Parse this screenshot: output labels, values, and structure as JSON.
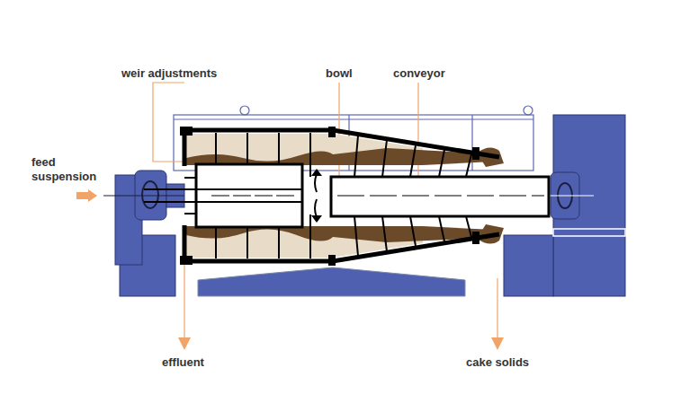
{
  "diagram": {
    "labels": [
      "weir adjustments",
      "bowl",
      "conveyor",
      "feed suspension",
      "effluent",
      "cake solids"
    ]
  }
}
